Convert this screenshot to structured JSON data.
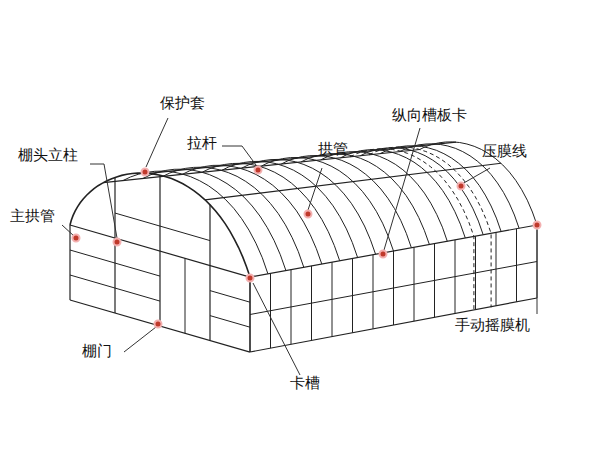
{
  "diagram": {
    "labels": [
      "保护套",
      "拉杆",
      "拱管",
      "纵向槽板卡",
      "压膜线",
      "棚头立柱",
      "主拱管",
      "手动摇膜机",
      "棚门",
      "卡槽"
    ]
  }
}
